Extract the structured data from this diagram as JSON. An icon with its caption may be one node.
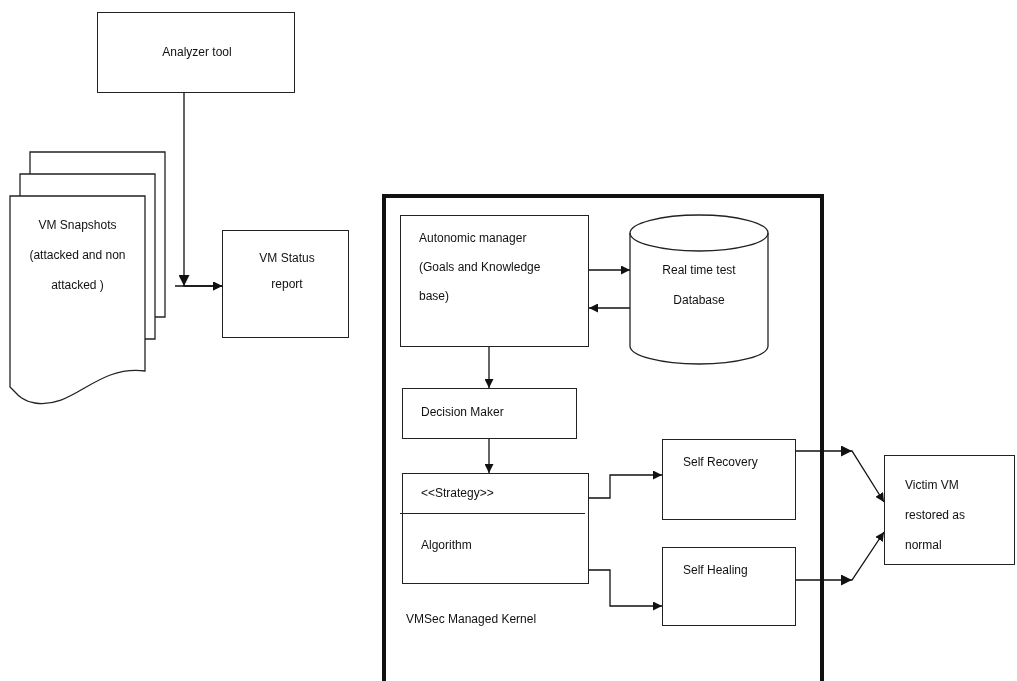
{
  "diagram": {
    "nodes": [
      {
        "text": [
          "Analyzer tool"
        ]
      },
      {
        "text": [
          "VM Snapshots (attacked and non attacked )"
        ]
      },
      {
        "text": [
          "VM Status report"
        ]
      },
      {
        "text": [
          "VMSec Managed Kernel"
        ]
      },
      {
        "text": [
          "Autonomic manager (Goals and Knowledge base)"
        ],
        "in": 3
      },
      {
        "text": [
          "Real time test Database"
        ],
        "in": 3
      },
      {
        "text": [
          "Decision Maker"
        ],
        "in": 3
      },
      {
        "text": [
          "<<Strategy>>",
          "Algorithm"
        ],
        "in": 3
      },
      {
        "text": [
          "Self Recovery"
        ],
        "in": 3
      },
      {
        "text": [
          "Self Healing"
        ],
        "in": 3
      },
      {
        "text": [
          "Victim VM restored as normal"
        ]
      }
    ],
    "edges": [
      {
        "from": 0,
        "to": 2,
        "arrow": "to"
      },
      {
        "from": 1,
        "to": 2,
        "arrow": "to"
      },
      {
        "from": 4,
        "to": 5,
        "arrow": "to"
      },
      {
        "from": 5,
        "to": 4,
        "arrow": "to"
      },
      {
        "from": 4,
        "to": 6,
        "arrow": "to"
      },
      {
        "from": 6,
        "to": 7,
        "arrow": "to"
      },
      {
        "from": 7,
        "to": 8,
        "arrow": "to"
      },
      {
        "from": 7,
        "to": 9,
        "arrow": "to"
      },
      {
        "from": 8,
        "to": 10,
        "arrow": "to"
      },
      {
        "from": 9,
        "to": 10,
        "arrow": "to"
      }
    ]
  }
}
